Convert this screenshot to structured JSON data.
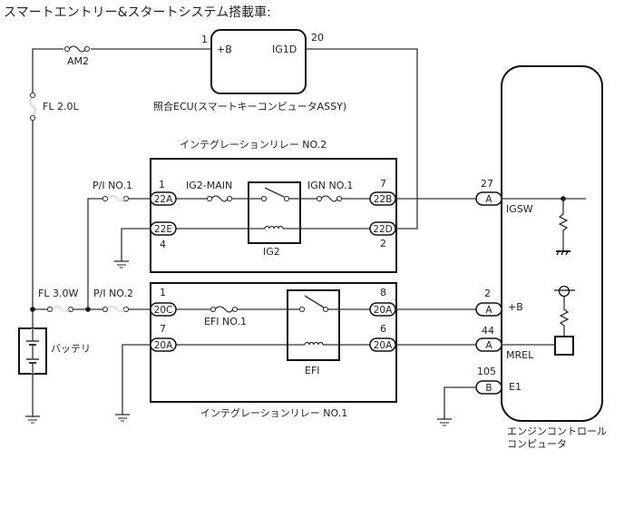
{
  "title": "スマートエントリー&スタートシステム搭載車:",
  "ecu_smart_key": {
    "label": "照合ECU(スマートキーコンピュータASSY)",
    "pin_b_num": "1",
    "pin_b_name": "+B",
    "pin_ig1d_num": "20",
    "pin_ig1d_name": "IG1D"
  },
  "fuses": {
    "am2": "AM2",
    "fl20l": "FL 2.0L",
    "fl30w": "FL 3.0W",
    "pi_no1": "P/I NO.1",
    "pi_no2": "P/I NO.2"
  },
  "battery": {
    "label": "バッテリ"
  },
  "relay_no2": {
    "label": "インテグレーションリレー NO.2",
    "relay_name": "IG2",
    "fuse_in": "IG2-MAIN",
    "fuse_out": "IGN NO.1",
    "connectors": [
      {
        "id": "22A",
        "pin": "1"
      },
      {
        "id": "22E",
        "pin": "4"
      },
      {
        "id": "22B",
        "pin": "7"
      },
      {
        "id": "22D",
        "pin": "2"
      }
    ]
  },
  "relay_no1": {
    "label": "インテグレーションリレー NO.1",
    "relay_name": "EFI",
    "fuse_in": "EFI NO.1",
    "connectors": [
      {
        "id": "20C",
        "pin": "1"
      },
      {
        "id": "20A",
        "pin": "7"
      },
      {
        "id": "20A",
        "pin": "8"
      },
      {
        "id": "20A",
        "pin": "6"
      }
    ]
  },
  "engine_ecu": {
    "label_line1": "エンジンコントロール",
    "label_line2": "コンピュータ",
    "pins": [
      {
        "connector": "A",
        "pin": "27",
        "name": "IGSW"
      },
      {
        "connector": "A",
        "pin": "2",
        "name": "+B"
      },
      {
        "connector": "A",
        "pin": "44",
        "name": "MREL"
      },
      {
        "connector": "B",
        "pin": "105",
        "name": "E1"
      }
    ]
  }
}
